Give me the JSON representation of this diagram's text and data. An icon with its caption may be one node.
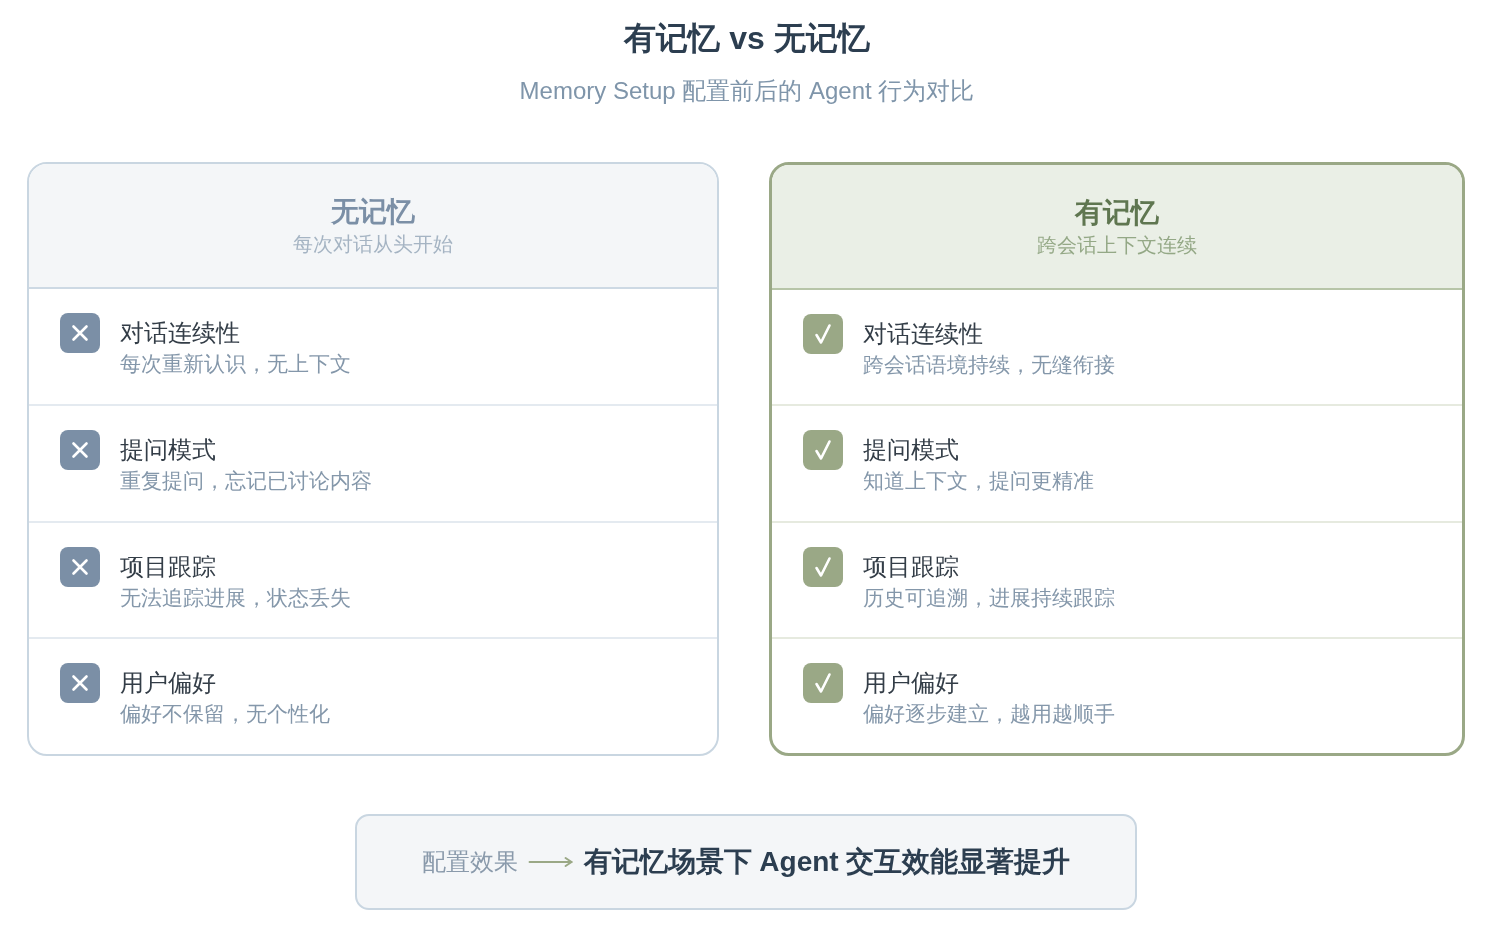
{
  "diagram": {
    "title": "有记忆 vs 无记忆",
    "nodes": [
      {
        "text": [
          "无记忆",
          "每次对话从头开始"
        ]
      },
      {
        "text": [
          "对话连续性",
          "每次重新认识，无上下文"
        ],
        "in": 0
      },
      {
        "text": [
          "提问模式",
          "重复提问，忘记已讨论内容"
        ],
        "in": 0
      },
      {
        "text": [
          "项目跟踪",
          "无法追踪进展，状态丢失"
        ],
        "in": 0
      },
      {
        "text": [
          "用户偏好",
          "偏好不保留，无个性化"
        ],
        "in": 0
      },
      {
        "text": [
          "有记忆",
          "跨会话上下文连续"
        ]
      },
      {
        "text": [
          "对话连续性",
          "跨会话语境持续，无缝衔接"
        ],
        "in": 5
      },
      {
        "text": [
          "提问模式",
          "知道上下文，提问更精准"
        ],
        "in": 5
      },
      {
        "text": [
          "项目跟踪",
          "历史可追溯，进展持续跟踪"
        ],
        "in": 5
      },
      {
        "text": [
          "用户偏好",
          "偏好逐步建立，越用越顺手"
        ],
        "in": 5
      },
      {
        "text": [],
        "shape": "box"
      },
      {
        "text": [
          "配置效果"
        ],
        "in": 10
      },
      {
        "text": [
          "有记忆场景下 Agent 交互效能显著提升"
        ],
        "in": 10
      }
    ],
    "edges": [
      {
        "from": 11,
        "to": 12,
        "arrow": "to"
      }
    ],
    "labels": [
      "Memory Setup 配置前后的 Agent 行为对比"
    ]
  }
}
